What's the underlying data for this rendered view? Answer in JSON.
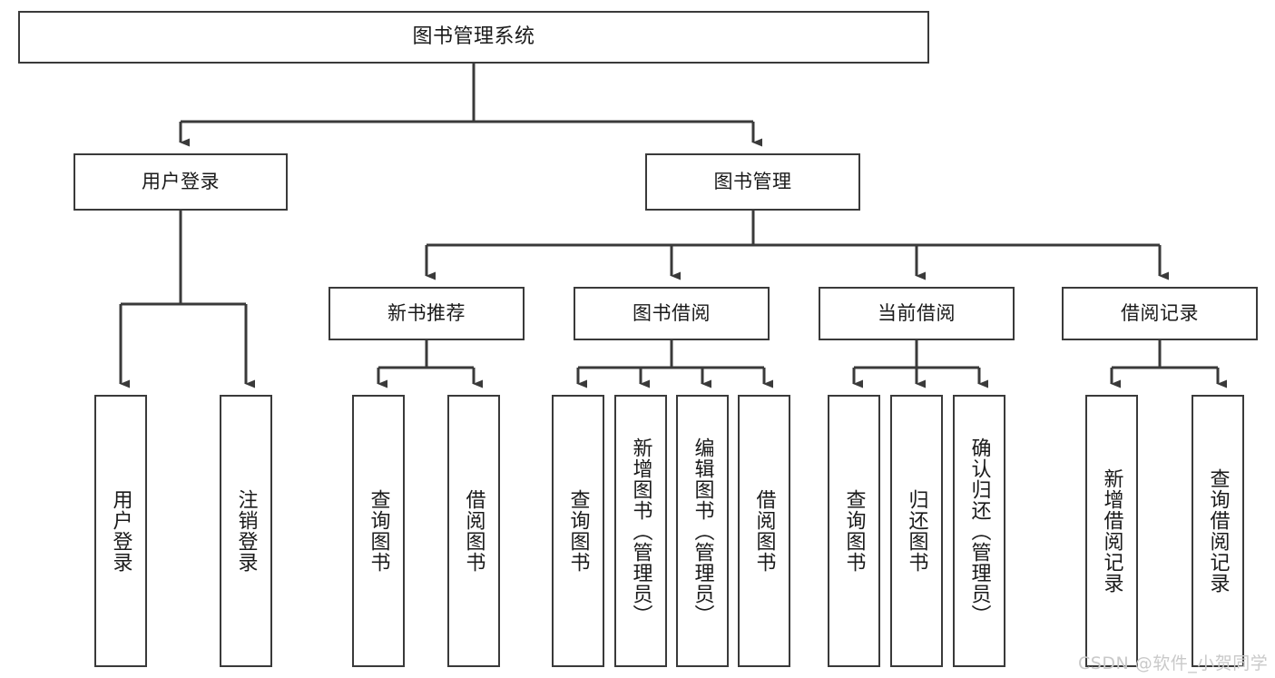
{
  "diagram": {
    "title": "图书管理系统",
    "type": "tree-hierarchy-chart",
    "watermark": "CSDN @软件_小贺同学",
    "colors": {
      "box_border": "#3a3a3a",
      "box_fill": "#ffffff",
      "edge": "#3a3a3a",
      "text": "#1a1a1a",
      "watermark": "#c9c9c9",
      "background": "#ffffff"
    },
    "levels": {
      "level1": [
        "图书管理系统"
      ],
      "level2": [
        "用户登录",
        "图书管理"
      ],
      "level3": [
        "新书推荐",
        "图书借阅",
        "当前借阅",
        "借阅记录"
      ],
      "level4": [
        "用户登录",
        "注销登录",
        "查询图书",
        "借阅图书",
        "查询图书",
        "新增图书（管理员）",
        "编辑图书（管理员）",
        "借阅图书",
        "查询图书",
        "归还图书",
        "确认归还（管理员）",
        "新增借阅记录",
        "查询借阅记录"
      ]
    },
    "nodes": {
      "root": {
        "label": "图书管理系统"
      },
      "user_login": {
        "label": "用户登录"
      },
      "book_manage": {
        "label": "图书管理"
      },
      "new_book_rec": {
        "label": "新书推荐"
      },
      "book_borrow": {
        "label": "图书借阅"
      },
      "current_borrow": {
        "label": "当前借阅"
      },
      "borrow_record": {
        "label": "借阅记录"
      },
      "leaf_user_login": {
        "label": "用户登录"
      },
      "leaf_user_logout": {
        "label": "注销登录"
      },
      "leaf_rec_query": {
        "label": "查询图书"
      },
      "leaf_rec_borrow": {
        "label": "借阅图书"
      },
      "leaf_borrow_query": {
        "label": "查询图书"
      },
      "leaf_borrow_add": {
        "label": "新增图书（管理员）"
      },
      "leaf_borrow_edit": {
        "label": "编辑图书（管理员）"
      },
      "leaf_borrow_lend": {
        "label": "借阅图书"
      },
      "leaf_cur_query": {
        "label": "查询图书"
      },
      "leaf_cur_return": {
        "label": "归还图书"
      },
      "leaf_cur_confirm": {
        "label": "确认归还（管理员）"
      },
      "leaf_rec_add": {
        "label": "新增借阅记录"
      },
      "leaf_rec_query2": {
        "label": "查询借阅记录"
      }
    }
  }
}
